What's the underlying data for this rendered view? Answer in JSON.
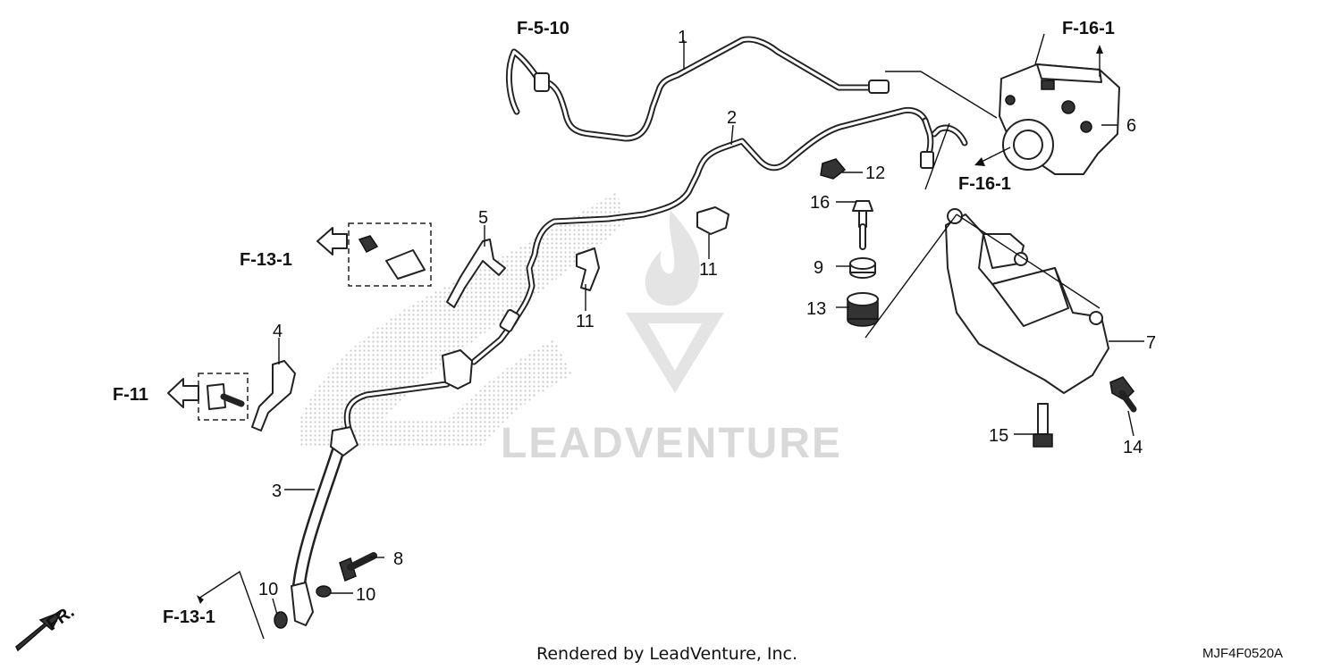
{
  "callouts": {
    "n1": "1",
    "n2": "2",
    "n3": "3",
    "n4": "4",
    "n5": "5",
    "n6": "6",
    "n7": "7",
    "n8": "8",
    "n9": "9",
    "n10a": "10",
    "n10b": "10",
    "n11a": "11",
    "n11b": "11",
    "n12": "12",
    "n13": "13",
    "n14": "14",
    "n15": "15",
    "n16": "16"
  },
  "references": {
    "f5_10": "F-5-10",
    "f16_1_top": "F-16-1",
    "f16_1_mid": "F-16-1",
    "f13_1_upper": "F-13-1",
    "f11": "F-11",
    "f13_1_lower": "F-13-1",
    "front": "FR."
  },
  "watermark": {
    "text": "LEADVENTURE"
  },
  "footer": {
    "rendered_by": "Rendered by LeadVenture, Inc.",
    "diagram_code": "MJF4F0520A"
  }
}
